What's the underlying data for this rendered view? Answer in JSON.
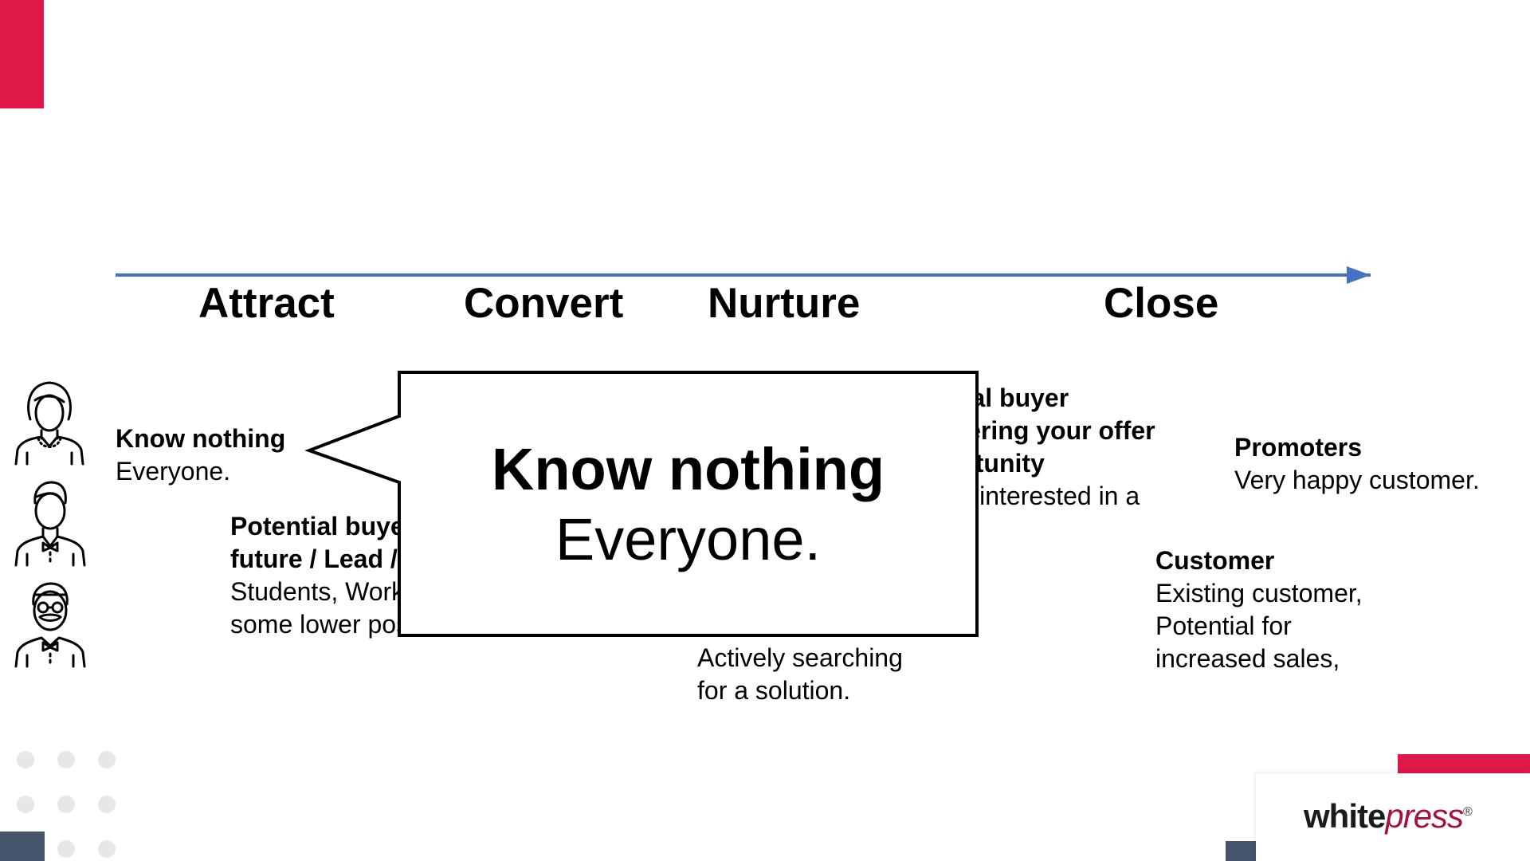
{
  "stages": [
    "Attract",
    "Convert",
    "Nurture",
    "Close"
  ],
  "items": {
    "know_nothing": {
      "title": "Know nothing",
      "desc": "Everyone."
    },
    "potential_future": {
      "title": "Potential buyer in the future / Lead / Contact",
      "desc": "Students, Working at some lower position."
    },
    "potential_buyer": {
      "title": "Potential buyer considering your offer / Opportunity",
      "desc": "Actively interested in a solution."
    },
    "nurture_desc": "Actively searching for a solution.",
    "promoters": {
      "title": "Promoters",
      "desc": "Very happy customer."
    },
    "customer": {
      "title": "Customer",
      "desc": "Existing customer, Potential for increased sales,"
    }
  },
  "callout": {
    "title": "Know nothing",
    "subtitle": "Everyone."
  },
  "logo": {
    "part1": "white",
    "part2": "press",
    "mark": "®"
  },
  "icons": [
    "woman-icon",
    "man-icon",
    "older-man-glasses-icon"
  ],
  "colors": {
    "accent_red": "#e0184a",
    "timeline_blue": "#4472c4",
    "navy": "#44546a",
    "logo_red": "#a5103e"
  }
}
